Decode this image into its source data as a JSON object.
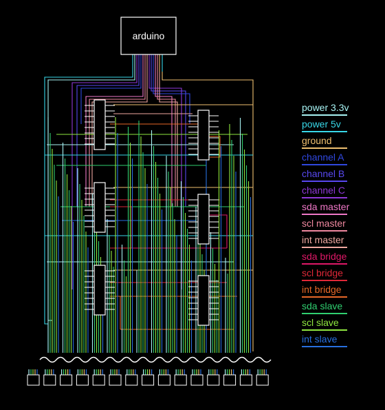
{
  "diagram": {
    "controller_label": "arduino",
    "colors": {
      "background": "#000000",
      "outline": "#ffffff",
      "power_3v3": "#a8f4f4",
      "power_5v": "#38d8e8",
      "ground": "#f0c070",
      "channel_a": "#3048e0",
      "channel_b": "#5848f0",
      "channel_c": "#9038d8",
      "sda_master": "#f078c8",
      "scl_master": "#f088a0",
      "int_master": "#f0a8a0",
      "sda_bridge": "#e01868",
      "scl_bridge": "#e02838",
      "int_bridge": "#e86828",
      "sda_slave": "#30d070",
      "scl_slave": "#90e840",
      "int_slave": "#2870e0"
    }
  },
  "legend": [
    {
      "label": "power 3.3v",
      "color": "#a8f4f4"
    },
    {
      "label": "power 5v",
      "color": "#38d8e8"
    },
    {
      "label": "ground",
      "color": "#f0c070"
    },
    {
      "label": "channel A",
      "color": "#3048e0"
    },
    {
      "label": "channel B",
      "color": "#5848f0"
    },
    {
      "label": "channel C",
      "color": "#9038d8"
    },
    {
      "label": "sda master",
      "color": "#f078c8"
    },
    {
      "label": "scl master",
      "color": "#f088a0"
    },
    {
      "label": "int master",
      "color": "#f0a8a0"
    },
    {
      "label": "sda bridge",
      "color": "#e01868"
    },
    {
      "label": "scl bridge",
      "color": "#e02838"
    },
    {
      "label": "int bridge",
      "color": "#e86828"
    },
    {
      "label": "sda slave",
      "color": "#30d070"
    },
    {
      "label": "scl slave",
      "color": "#90e840"
    },
    {
      "label": "int slave",
      "color": "#2870e0"
    }
  ]
}
